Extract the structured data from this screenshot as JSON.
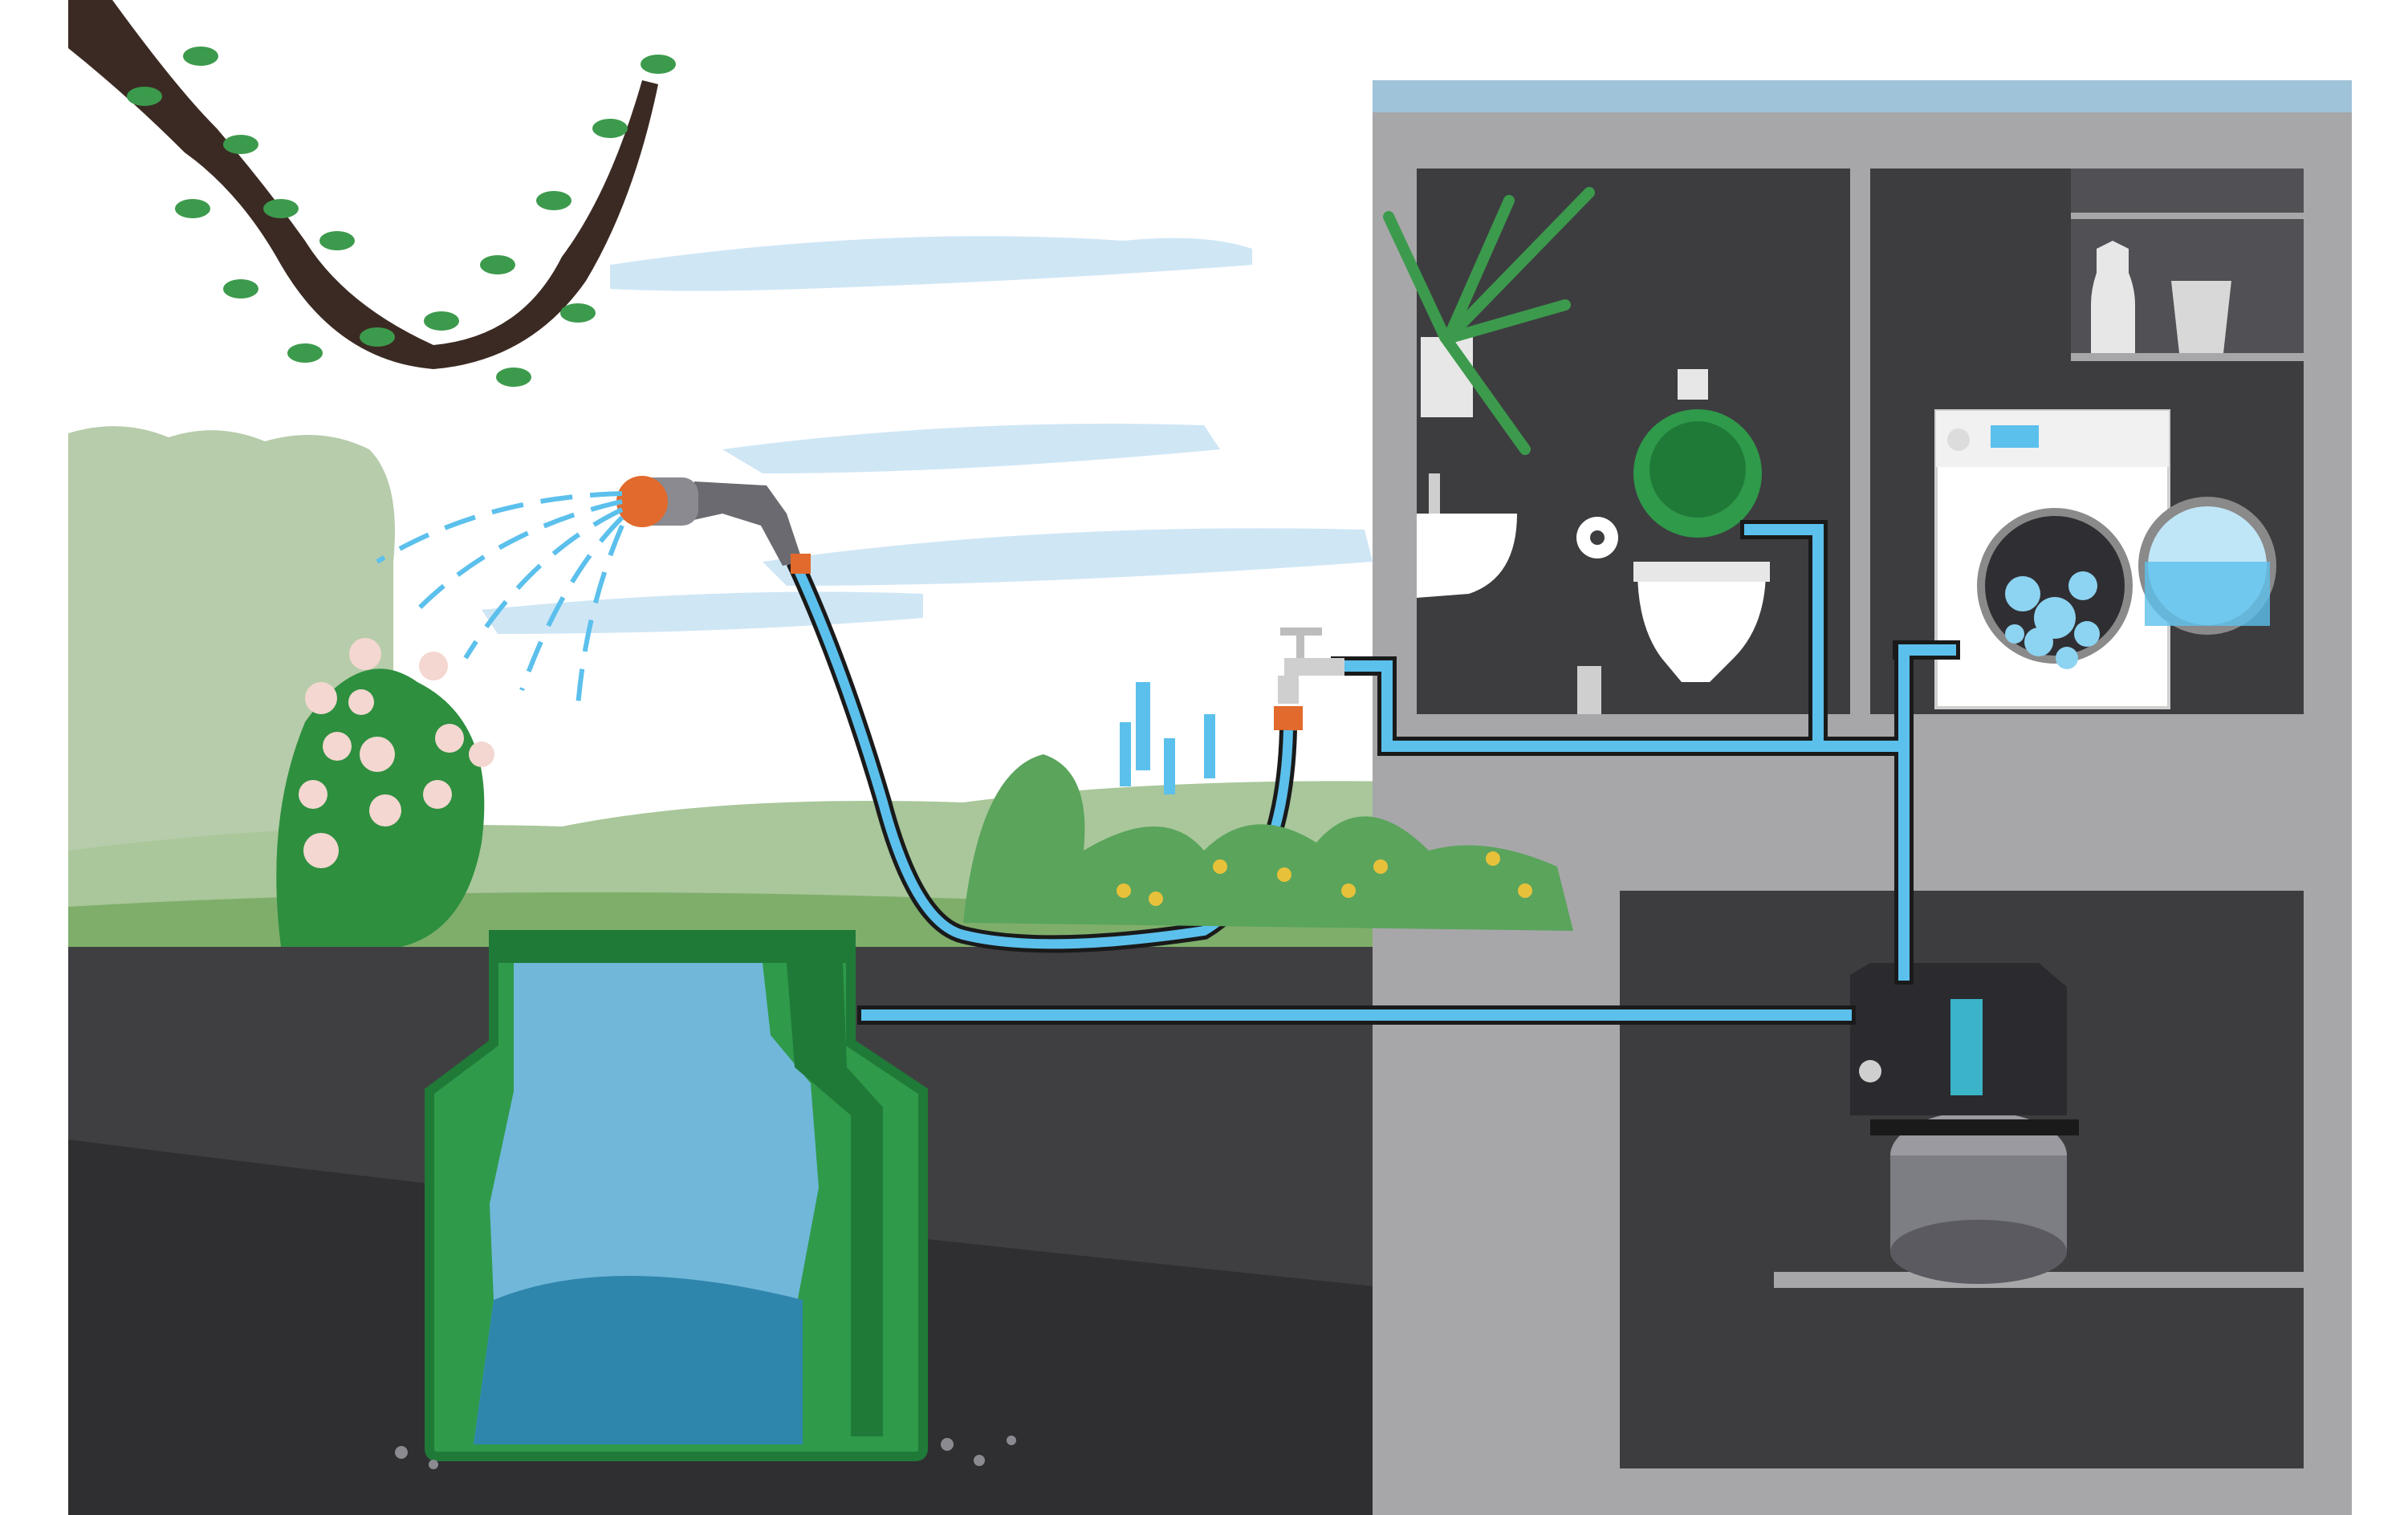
{
  "diagram": {
    "components": [
      {
        "id": "rainwater-tank",
        "icon": "underground-tank"
      },
      {
        "id": "garden-spray-gun",
        "icon": "spray-nozzle"
      },
      {
        "id": "garden-hose",
        "icon": "hose"
      },
      {
        "id": "outdoor-tap",
        "icon": "tap"
      },
      {
        "id": "house-water-pump",
        "icon": "pump"
      },
      {
        "id": "toilet",
        "icon": "toilet"
      },
      {
        "id": "washbasin",
        "icon": "sink"
      },
      {
        "id": "washing-machine",
        "icon": "washing-machine"
      },
      {
        "id": "laundry-shelf",
        "icon": "shelf"
      },
      {
        "id": "rose-bush",
        "icon": "flowers"
      },
      {
        "id": "tree-branch",
        "icon": "branch"
      },
      {
        "id": "potted-palm",
        "icon": "plant"
      }
    ],
    "connections": [
      {
        "from": "rainwater-tank",
        "to": "house-water-pump"
      },
      {
        "from": "house-water-pump",
        "to": "toilet"
      },
      {
        "from": "house-water-pump",
        "to": "washing-machine"
      },
      {
        "from": "house-water-pump",
        "to": "outdoor-tap"
      },
      {
        "from": "outdoor-tap",
        "to": "garden-hose"
      },
      {
        "from": "garden-hose",
        "to": "garden-spray-gun"
      }
    ]
  },
  "colors": {
    "sky": "#ffffff",
    "cloud": "#cfe6f5",
    "hedge": "#b7ccaa",
    "grass": "#8fb57a",
    "soil": "#3f3f42",
    "soil_dark": "#2f2f31",
    "house_wall": "#a7a7a9",
    "house_room": "#3d3d40",
    "roof": "#9fc3d8",
    "tank_green": "#2f9a4a",
    "tank_dark": "#1f7a38",
    "water": "#70b7d9",
    "water_dark": "#2e86ad",
    "pipe": "#5cc0ec",
    "pipe_outline": "#1a1a1a",
    "pump_body": "#2b2b2f",
    "pump_accent": "#3bb4c9",
    "flower": "#f4d7d0",
    "leaf": "#3c9a4c",
    "orange": "#e26a2c"
  }
}
